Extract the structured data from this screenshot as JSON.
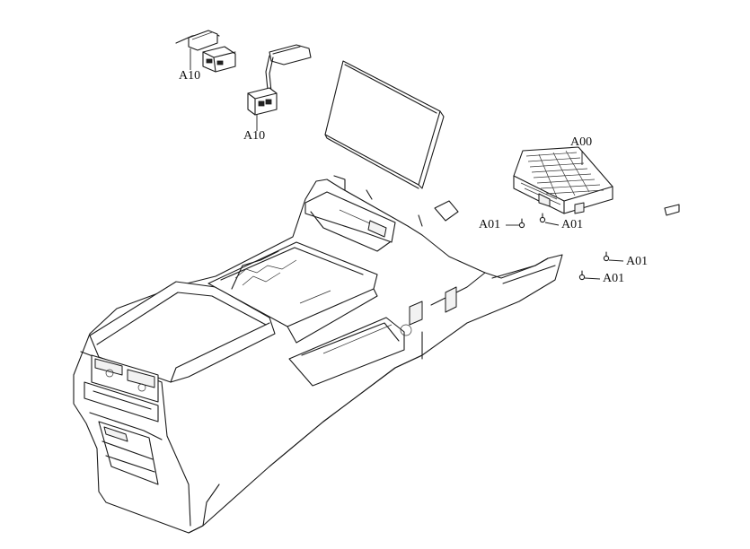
{
  "labels": {
    "a10_top": "A10",
    "a10_middle": "A10",
    "a00": "A00",
    "a01_left": "A01",
    "a01_mid": "A01",
    "a01_right_upper": "A01",
    "a01_right_lower": "A01"
  }
}
